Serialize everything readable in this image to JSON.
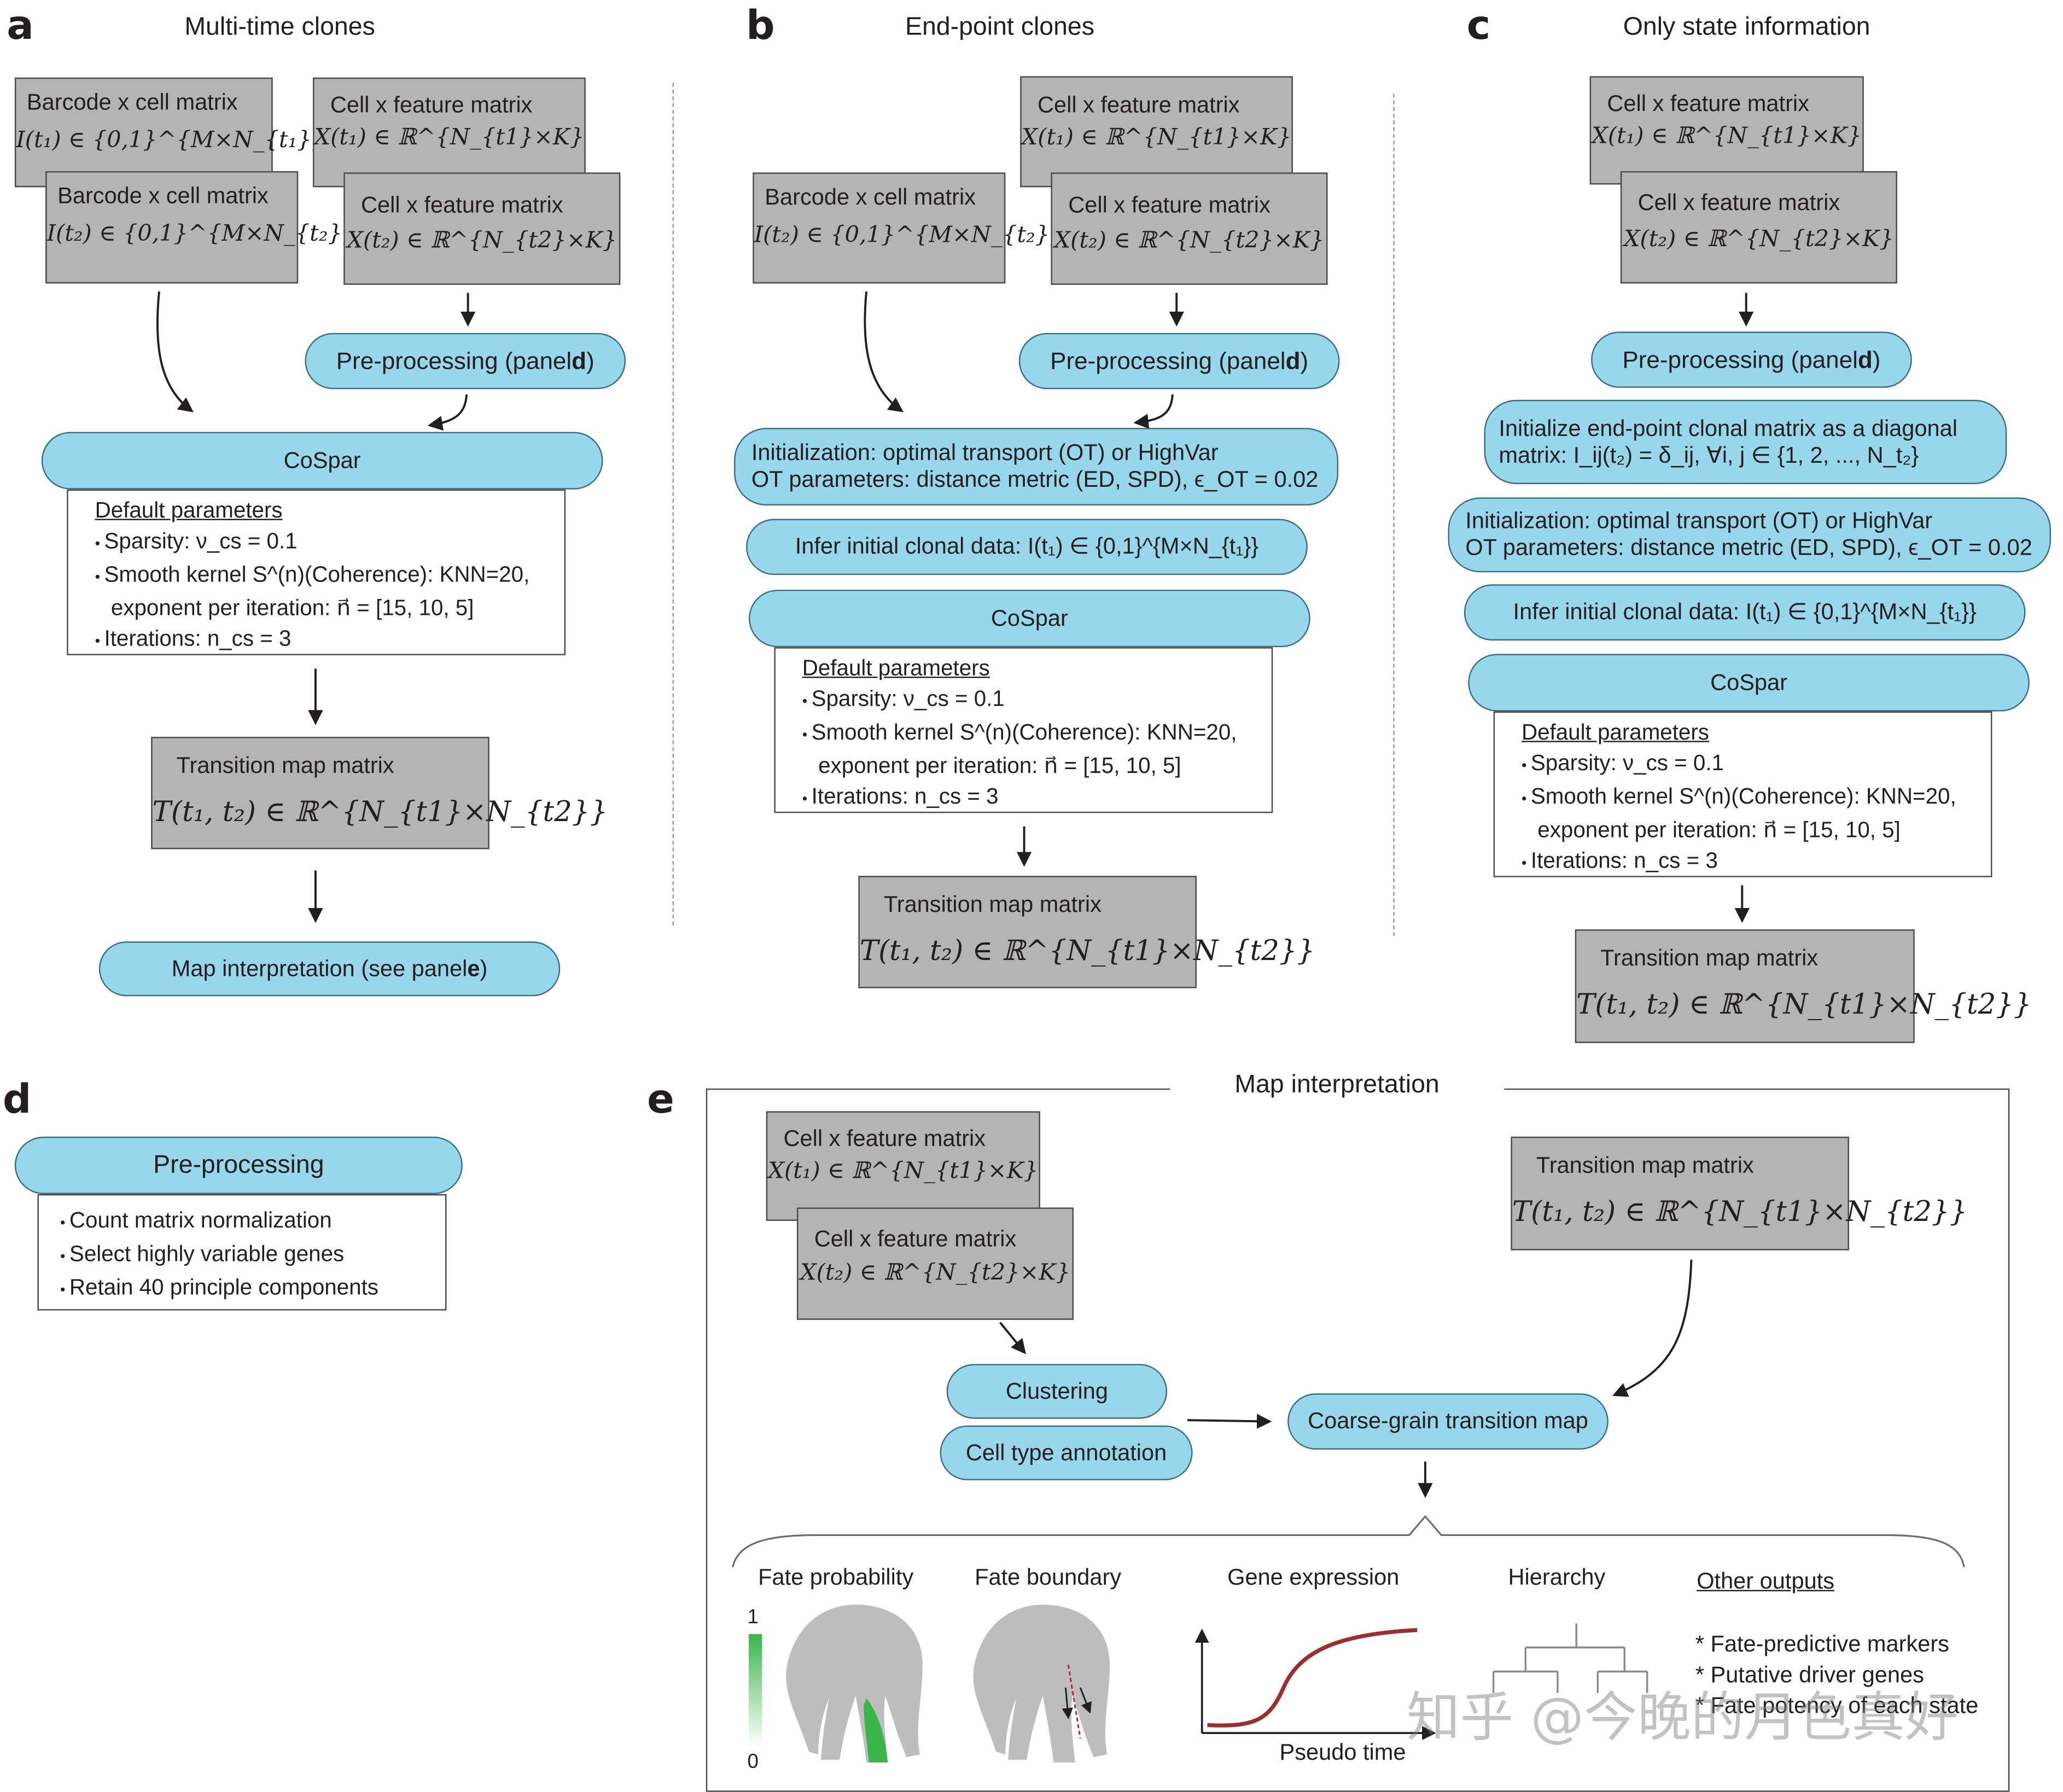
{
  "panels": {
    "a": {
      "letter": "a",
      "title": "Multi-time clones",
      "barcode1": {
        "label": "Barcode x cell matrix",
        "math": "I(t₁) ∈ {0,1}^{M×N_{t₁}}"
      },
      "barcode2": {
        "label": "Barcode x cell matrix",
        "math": "I(t₂) ∈ {0,1}^{M×N_{t₂}}"
      },
      "feature1": {
        "label": "Cell x feature matrix",
        "math": "X(t₁) ∈ ℝ^{N_{t1}×K}"
      },
      "feature2": {
        "label": "Cell x feature matrix",
        "math": "X(t₂) ∈ ℝ^{N_{t2}×K}"
      },
      "preprocess": {
        "text": "Pre-processing (panel ",
        "bold": "d",
        "close": ")"
      },
      "cospar": "CoSpar",
      "defaults": {
        "heading": "Default parameters",
        "sparsity": "Sparsity: ν_cs = 0.1",
        "kernel": "Smooth kernel S^(n)(Coherence):  KNN=20,",
        "exponent": "exponent per iteration: n⃗ = [15, 10, 5]",
        "iterations": "Iterations: n_cs = 3"
      },
      "transition": {
        "label": "Transition map matrix",
        "math": "T(t₁, t₂) ∈ ℝ^{N_{t1}×N_{t2}}"
      },
      "interpret": {
        "text": "Map interpretation (see panel ",
        "bold": "e",
        "close": ")"
      }
    },
    "b": {
      "letter": "b",
      "title": "End-point clones",
      "barcode": {
        "label": "Barcode x cell matrix",
        "math": "I(t₂) ∈ {0,1}^{M×N_{t₂}}"
      },
      "feature1": {
        "label": "Cell x feature matrix",
        "math": "X(t₁) ∈ ℝ^{N_{t1}×K}"
      },
      "feature2": {
        "label": "Cell x feature matrix",
        "math": "X(t₂) ∈ ℝ^{N_{t2}×K}"
      },
      "preprocess": {
        "text": "Pre-processing (panel ",
        "bold": "d",
        "close": ")"
      },
      "init_line1": "Initialization: optimal transport (OT)  or HighVar",
      "init_line2": "OT parameters: distance metric (ED, SPD), ϵ_OT = 0.02",
      "infer": "Infer initial clonal data:  I(t₁) ∈ {0,1}^{M×N_{t₁}}",
      "cospar": "CoSpar",
      "defaults": {
        "heading": "Default parameters",
        "sparsity": "Sparsity: ν_cs = 0.1",
        "kernel": "Smooth kernel S^(n)(Coherence):  KNN=20,",
        "exponent": "exponent per iteration: n⃗ = [15, 10, 5]",
        "iterations": "Iterations: n_cs = 3"
      },
      "transition": {
        "label": "Transition map matrix",
        "math": "T(t₁, t₂) ∈ ℝ^{N_{t1}×N_{t2}}"
      }
    },
    "c": {
      "letter": "c",
      "title": "Only state information",
      "feature1": {
        "label": "Cell x feature matrix",
        "math": "X(t₁) ∈ ℝ^{N_{t1}×K}"
      },
      "feature2": {
        "label": "Cell x feature matrix",
        "math": "X(t₂) ∈ ℝ^{N_{t2}×K}"
      },
      "preprocess": {
        "text": "Pre-processing (panel ",
        "bold": "d",
        "close": ")"
      },
      "diag_line1": "Initialize end-point clonal matrix as a diagonal",
      "diag_line2": "matrix:  I_ij(t₂) = δ_ij, ∀i, j ∈ {1, 2, ..., N_t₂}",
      "init_line1": "Initialization: optimal transport (OT)  or HighVar",
      "init_line2": "OT parameters: distance metric (ED, SPD), ϵ_OT = 0.02",
      "infer": "Infer initial clonal data:  I(t₁) ∈ {0,1}^{M×N_{t₁}}",
      "cospar": "CoSpar",
      "defaults": {
        "heading": "Default parameters",
        "sparsity": "Sparsity: ν_cs = 0.1",
        "kernel": "Smooth kernel S^(n)(Coherence):  KNN=20,",
        "exponent": "exponent per iteration: n⃗ = [15, 10, 5]",
        "iterations": "Iterations: n_cs = 3"
      },
      "transition": {
        "label": "Transition map matrix",
        "math": "T(t₁, t₂) ∈ ℝ^{N_{t1}×N_{t2}}"
      }
    },
    "d": {
      "letter": "d",
      "title": "Pre-processing",
      "steps": [
        "Count  matrix normalization",
        "Select highly variable genes",
        "Retain 40 principle components"
      ]
    },
    "e": {
      "letter": "e",
      "title": "Map interpretation",
      "feature1": {
        "label": "Cell x feature matrix",
        "math": "X(t₁) ∈ ℝ^{N_{t1}×K}"
      },
      "feature2": {
        "label": "Cell x feature matrix",
        "math": "X(t₂) ∈ ℝ^{N_{t2}×K}"
      },
      "transition": {
        "label": "Transition map matrix",
        "math": "T(t₁, t₂) ∈ ℝ^{N_{t1}×N_{t2}}"
      },
      "clustering": "Clustering",
      "annotation": "Cell type annotation",
      "coarse": "Coarse-grain transition map",
      "outputs": {
        "fate_probability": "Fate probability",
        "fate_boundary": "Fate boundary",
        "gene_expression": "Gene expression",
        "hierarchy": "Hierarchy",
        "other_outputs": "Other outputs",
        "scale_max": "1",
        "scale_min": "0",
        "pseudo_time": "Pseudo time",
        "other_items": [
          "* Fate-predictive markers",
          "* Putative driver genes",
          "* Fate potency of each state"
        ]
      }
    }
  },
  "watermark": "知乎 @今晚的月色真好",
  "colors": {
    "pill": "#98d6ec",
    "box": "#b4b4b4",
    "curve": "#9b2f30",
    "green": "#3bb44a"
  }
}
